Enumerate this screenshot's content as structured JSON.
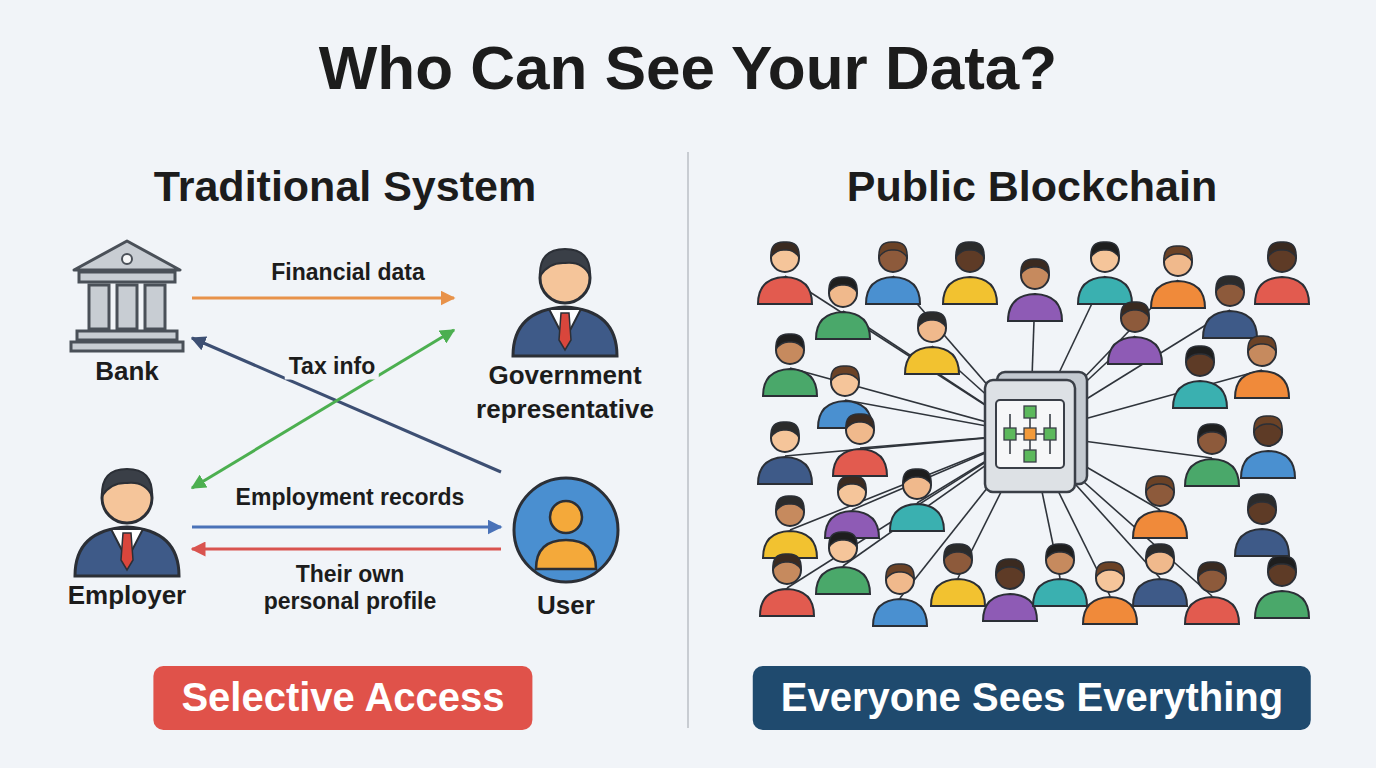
{
  "diagram": {
    "title": "Who Can See Your Data?",
    "nodes": [
      {
        "text": [
          "Bank"
        ]
      },
      {
        "text": [
          "Government representative"
        ]
      },
      {
        "text": [
          "Employer"
        ]
      },
      {
        "text": [
          "User"
        ]
      },
      {
        "text": [
          "Selective Access"
        ]
      },
      {
        "text": [
          "Everyone Sees Everything"
        ]
      }
    ],
    "edges": [
      {
        "from": 0,
        "to": 1,
        "label": "Financial data",
        "arrow": "to"
      },
      {
        "from": 3,
        "to": 0,
        "arrow": "to"
      },
      {
        "from": 2,
        "to": 1,
        "label": "Tax info",
        "arrow": "both"
      },
      {
        "from": 2,
        "to": 3,
        "label": "Employment records",
        "arrow": "to"
      },
      {
        "from": 3,
        "to": 2,
        "label": "Their own personal profile",
        "arrow": "to"
      }
    ],
    "labels": [
      "Traditional System",
      "Public Blockchain"
    ]
  }
}
